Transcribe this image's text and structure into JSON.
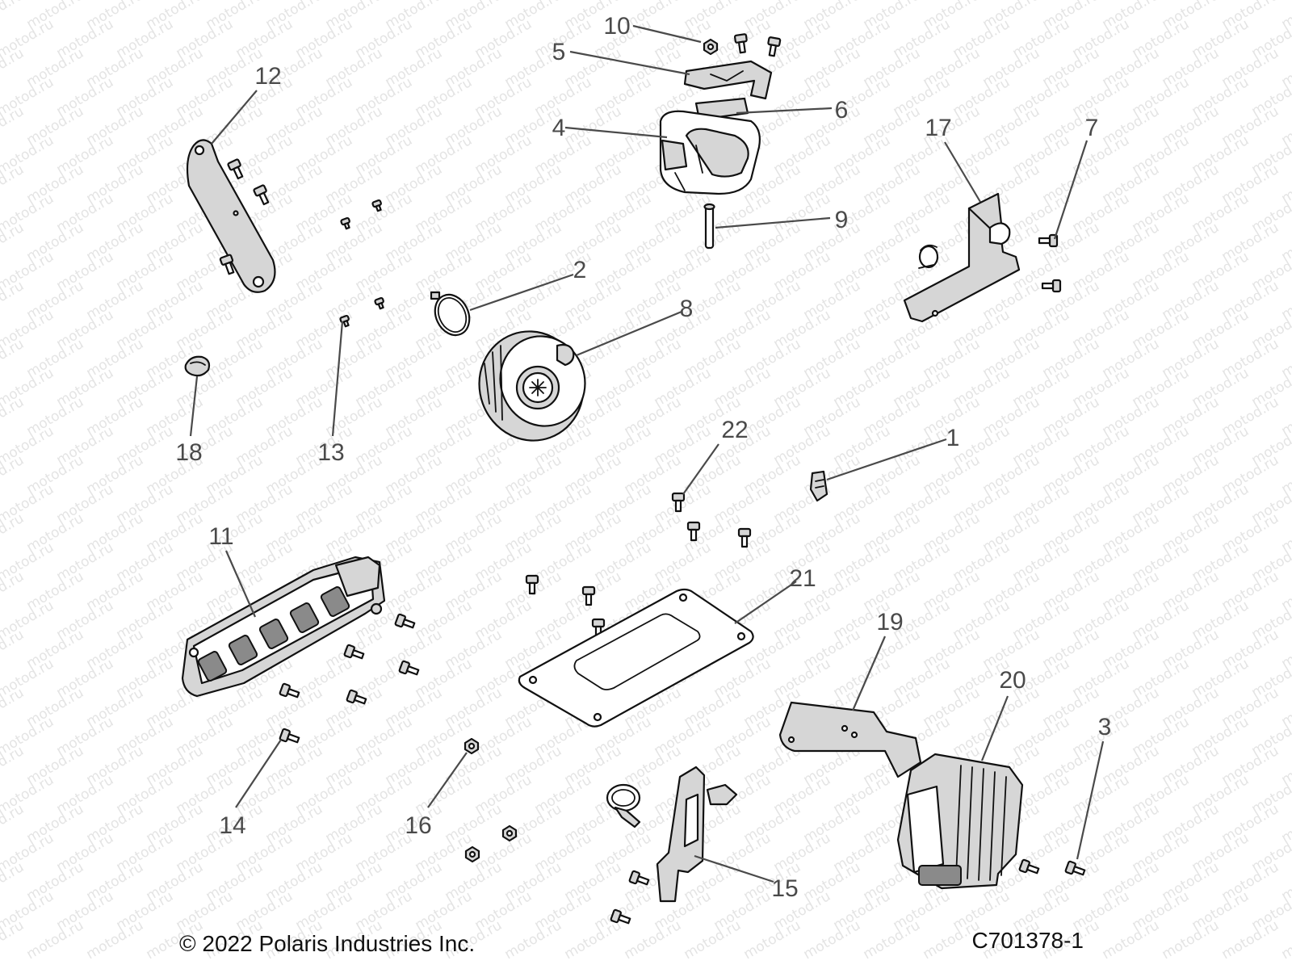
{
  "watermark_text": "motod.ru",
  "callouts": [
    "10",
    "5",
    "6",
    "4",
    "12",
    "17",
    "7",
    "9",
    "2",
    "8",
    "18",
    "13",
    "22",
    "1",
    "11",
    "21",
    "19",
    "20",
    "3",
    "14",
    "16",
    "15"
  ],
  "footer": {
    "copyright": "© 2022 Polaris Industries Inc.",
    "diagram_id": "C701378-1"
  }
}
